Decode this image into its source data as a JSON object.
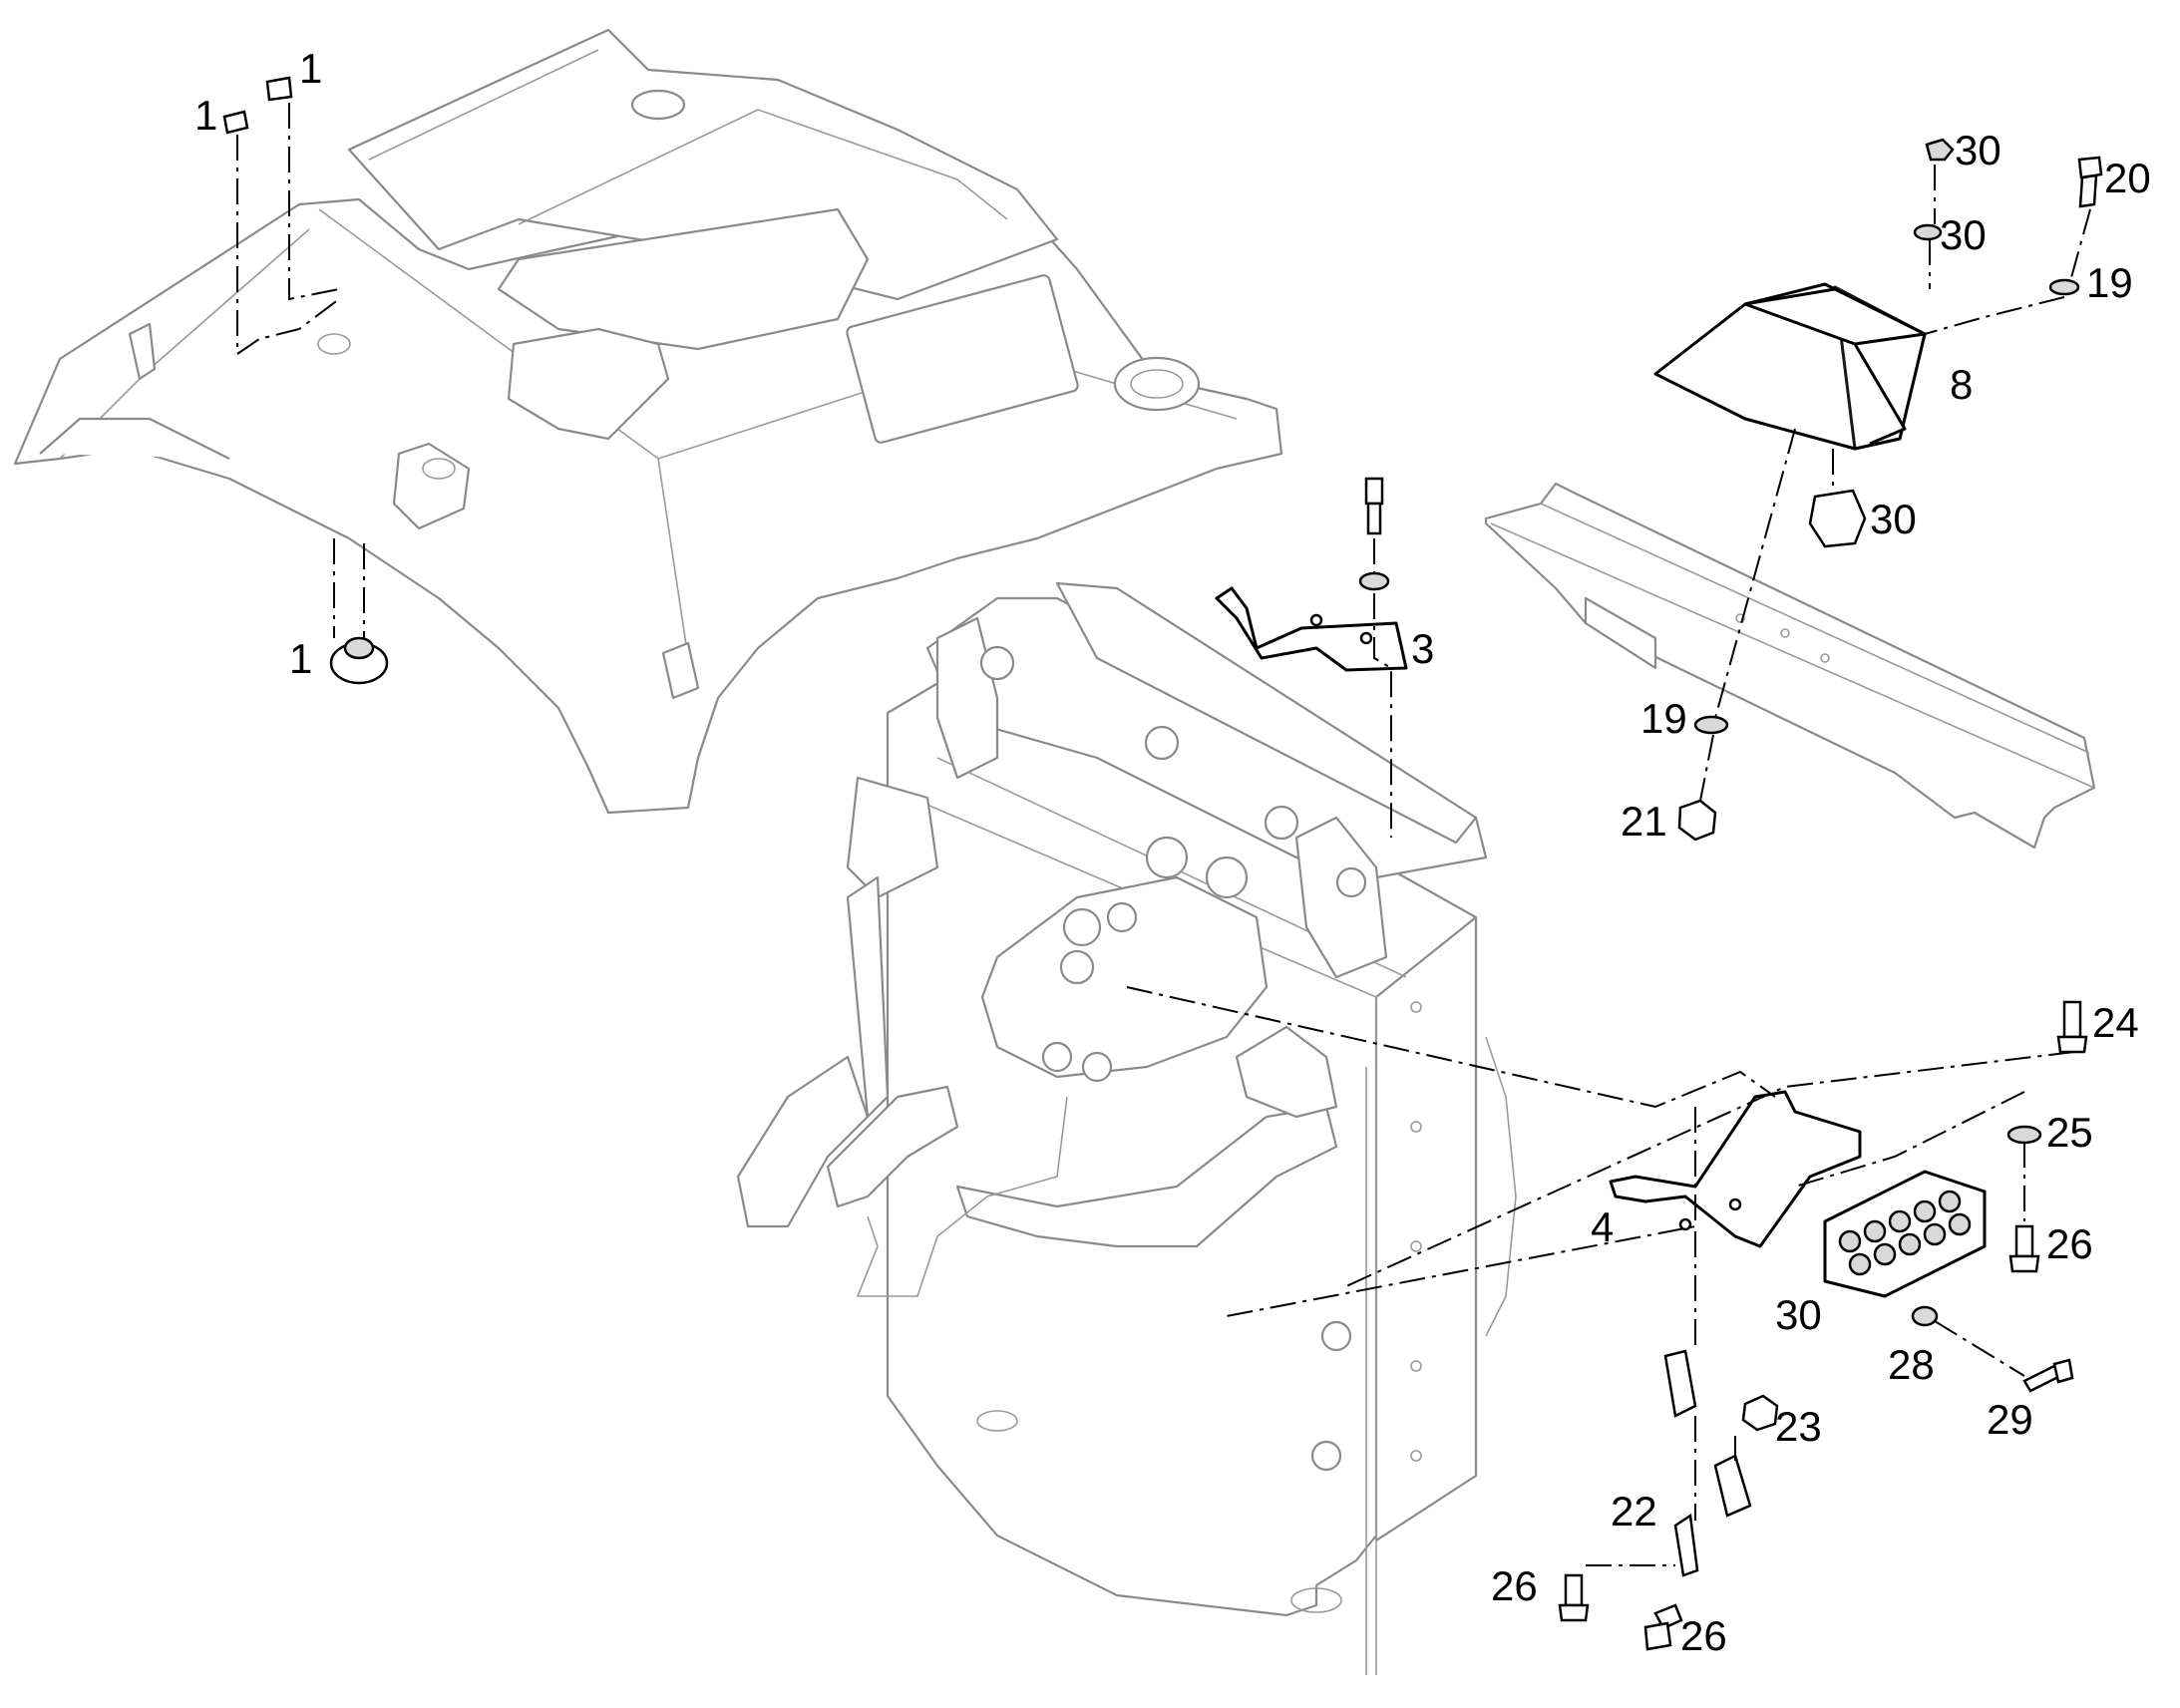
{
  "callouts": {
    "c1a": "1",
    "c1b": "1",
    "c1c": "1",
    "c3": "3",
    "c4": "4",
    "c8": "8",
    "c19a": "19",
    "c19b": "19",
    "c20": "20",
    "c21": "21",
    "c22": "22",
    "c23": "23",
    "c24": "24",
    "c25": "25",
    "c26a": "26",
    "c26b": "26",
    "c26c": "26",
    "c28": "28",
    "c29": "29",
    "c30a": "30",
    "c30b": "30",
    "c30c": "30",
    "c30d": "30"
  },
  "colors": {
    "line_art": "#8a8a8a",
    "fastener": "#000000",
    "background": "#ffffff"
  }
}
